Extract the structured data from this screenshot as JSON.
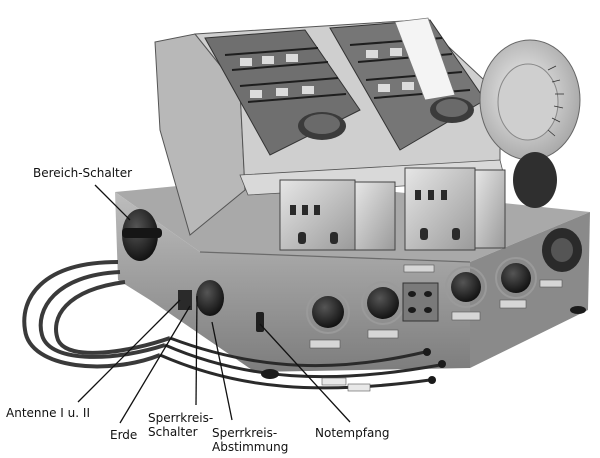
{
  "image": {
    "kind": "black-and-white photograph",
    "subject": "radio receiver chassis with tuning coil units, knobs and cable"
  },
  "labels": {
    "bereich_schalter": "Bereich-Schalter",
    "antenne": "Antenne I u. II",
    "erde": "Erde",
    "sperrkreis_schalter_line1": "Sperrkreis-",
    "sperrkreis_schalter_line2": "Schalter",
    "sperrkreis_abstimmung_line1": "Sperrkreis-",
    "sperrkreis_abstimmung_line2": "Abstimmung",
    "notempfang": "Notempfang"
  },
  "colors": {
    "background": "#ffffff",
    "text": "#111111",
    "leader_line": "#111111"
  }
}
